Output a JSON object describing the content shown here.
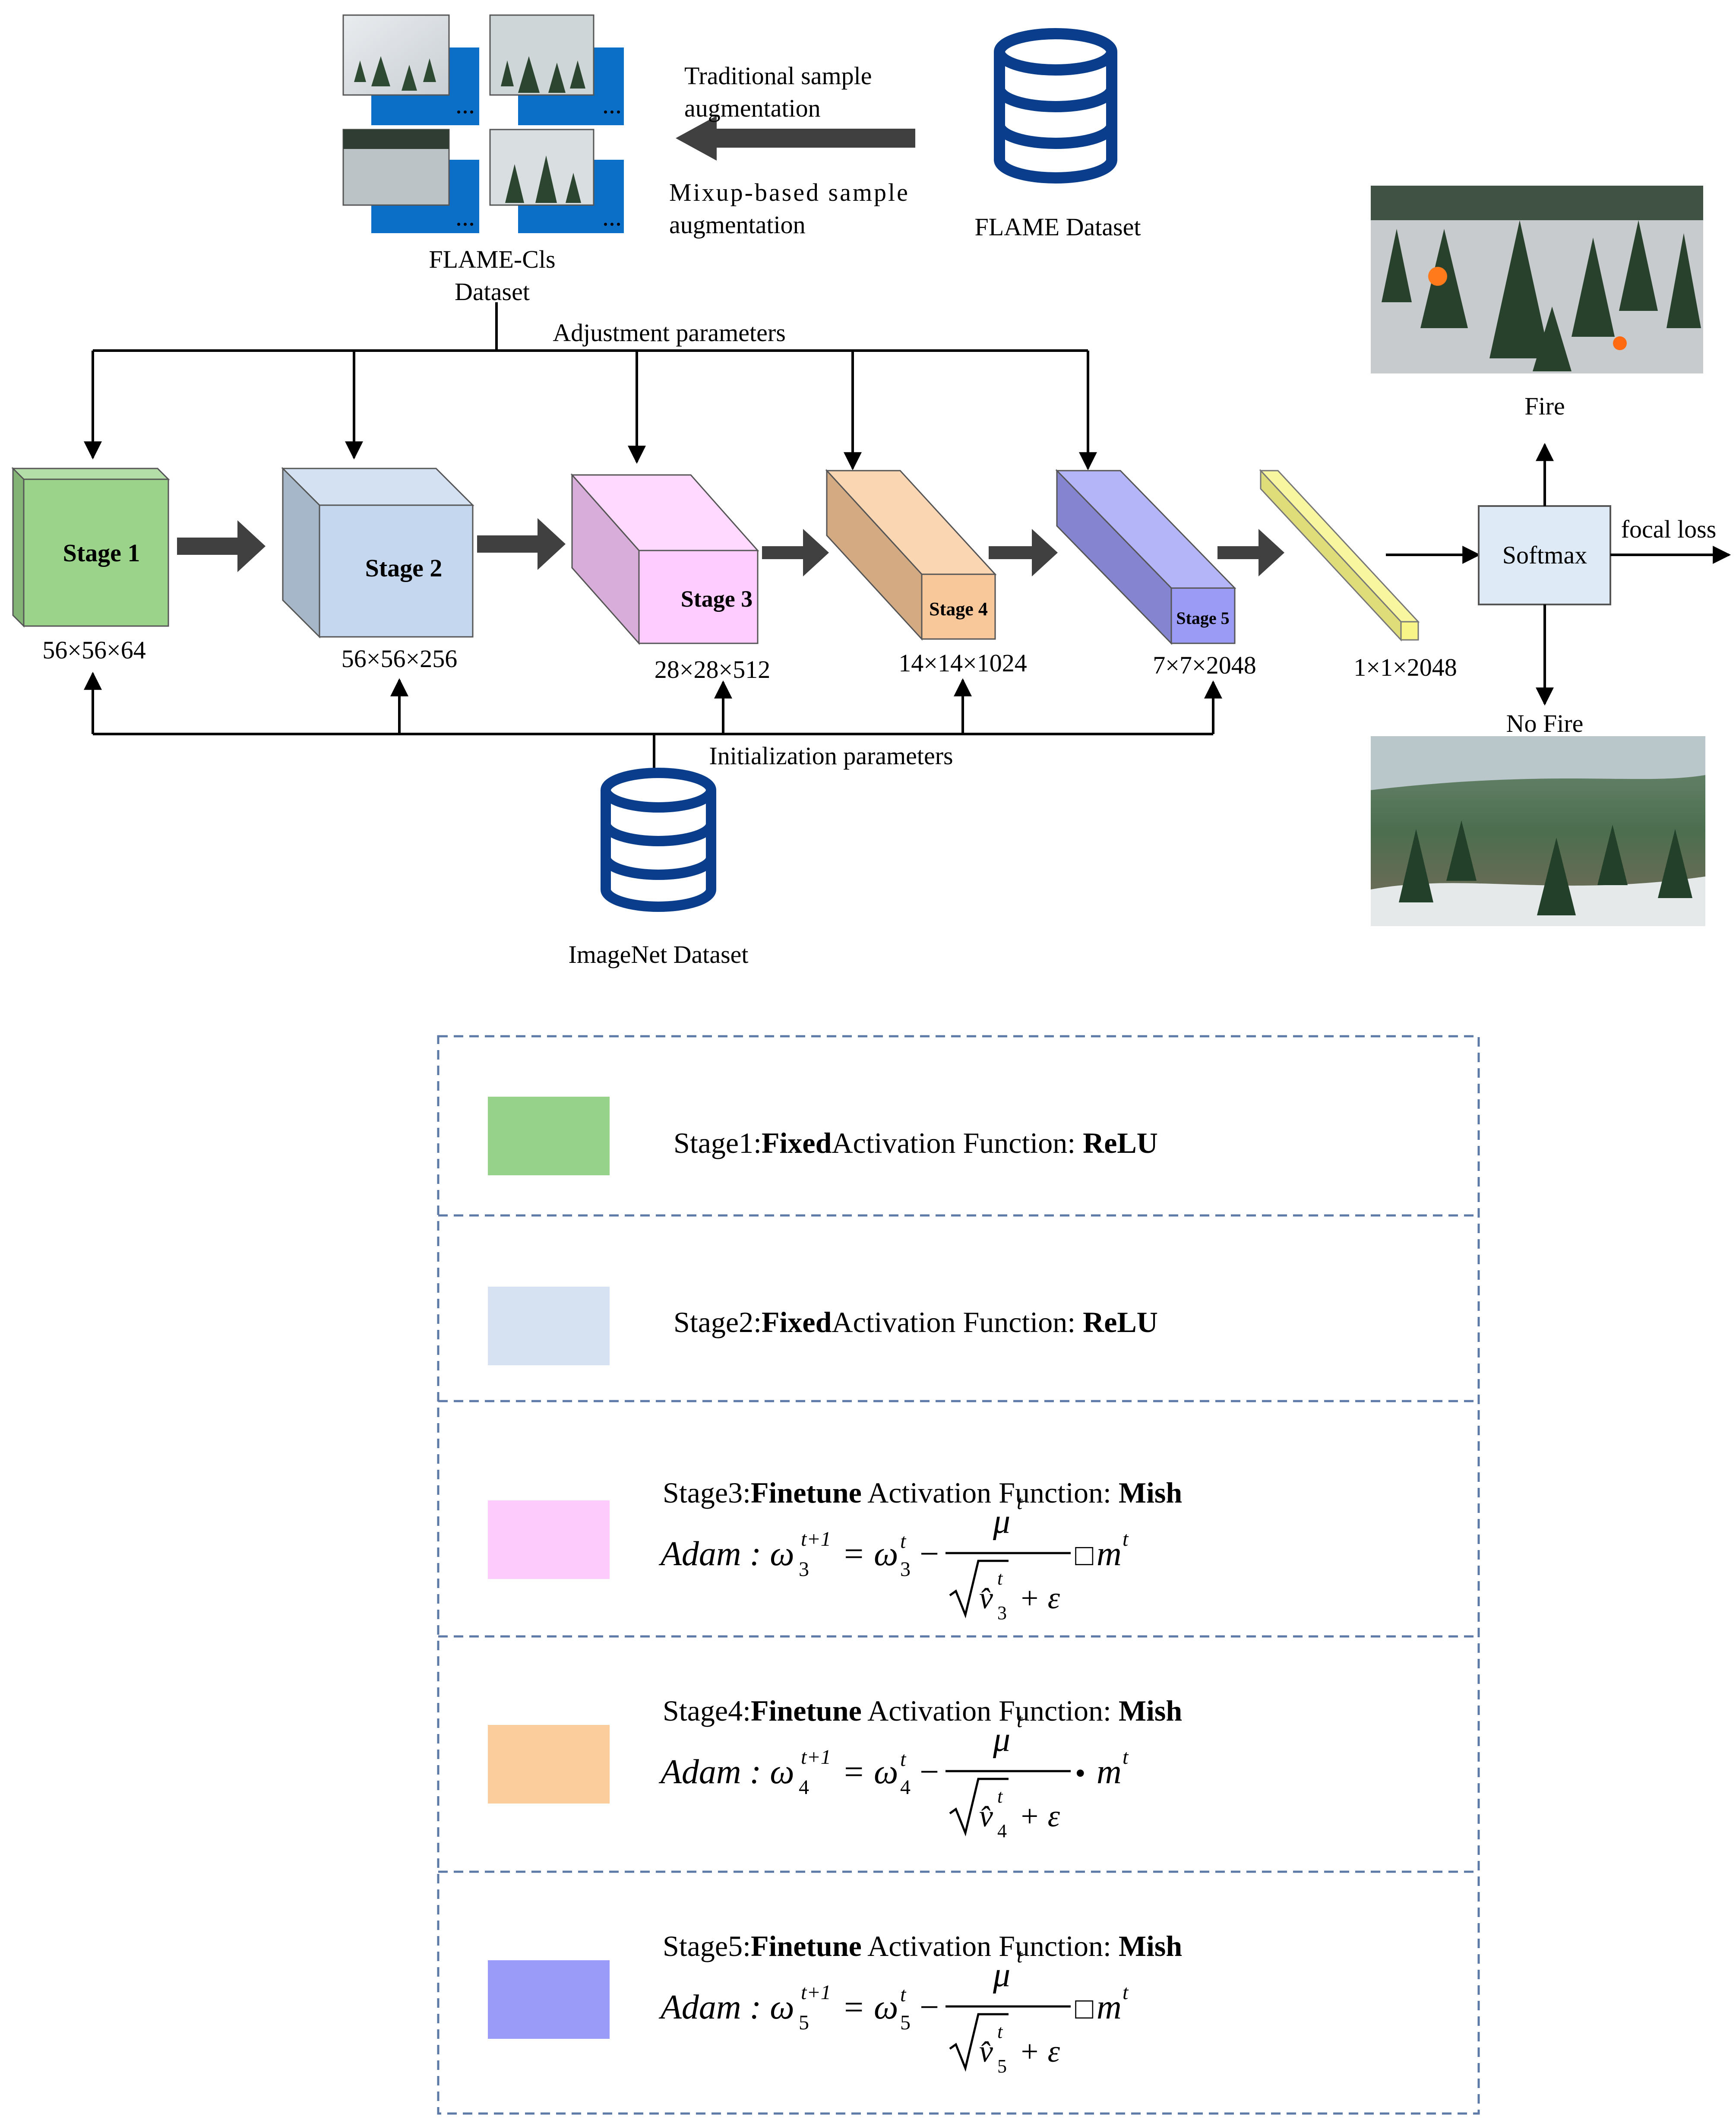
{
  "top": {
    "flame_cls_line1": "FLAME-Cls",
    "flame_cls_line2": "Dataset",
    "traditional_line1": "Traditional   sample",
    "traditional_line2": "augmentation",
    "mixup_line1": "Mixup-based sample",
    "mixup_line2": "augmentation",
    "flame_dataset": "FLAME Dataset",
    "thumb_ellipsis": "..."
  },
  "pipeline": {
    "adjustment_label": "Adjustment parameters",
    "initialization_label": "Initialization parameters",
    "imagenet_label": "ImageNet Dataset",
    "stages": [
      {
        "label": "Stage 1",
        "dims": "56×56×64",
        "color": "#9bd38b"
      },
      {
        "label": "Stage 2",
        "dims": "56×56×256",
        "color": "#c5d7ee"
      },
      {
        "label": "Stage 3",
        "dims": "28×28×512",
        "color": "#ffccff"
      },
      {
        "label": "Stage 4",
        "dims": "14×14×1024",
        "color": "#f9c89a"
      },
      {
        "label": "Stage 5",
        "dims": "7×7×2048",
        "color": "#9b9bf5"
      }
    ],
    "fc_dims": "1×1×2048",
    "fc_color": "#f8f488",
    "softmax_label": "Softmax",
    "focal_loss_label": "focal loss",
    "fire_label": "Fire",
    "no_fire_label": "No Fire"
  },
  "legend": {
    "rows": [
      {
        "stage": "Stage1:",
        "mode": "Fixed",
        "act_prefix": "Activation Function: ",
        "act": "ReLU",
        "color": "#96d28a",
        "formula": null
      },
      {
        "stage": "Stage2:",
        "mode": "Fixed",
        "act_prefix": "Activation Function: ",
        "act": "ReLU",
        "color": "#d6e2f2",
        "formula": null
      },
      {
        "stage": "Stage3:",
        "mode": "Finetune",
        "act_prefix": " Activation Function: ",
        "act": "Mish",
        "color": "#fdccfd",
        "formula": {
          "lhs": "Adam : ω",
          "sub": "3",
          "sup": "t+1",
          "eq": "= ω",
          "rhs_sup": "t",
          "minus": "−",
          "num": "μ",
          "num_sup": "t",
          "den_v": "v̂",
          "den_tail": "+ ε",
          "op": "□",
          "m": "m",
          "m_sup": "t"
        }
      },
      {
        "stage": "Stage4:",
        "mode": "Finetune",
        "act_prefix": " Activation Function: ",
        "act": "Mish",
        "color": "#fbcc9c",
        "formula": {
          "lhs": "Adam : ω",
          "sub": "4",
          "sup": "t+1",
          "eq": "= ω",
          "rhs_sup": "t",
          "minus": "−",
          "num": "μ",
          "num_sup": "t",
          "den_v": "v̂",
          "den_tail": "+ ε",
          "op": "•",
          "m": "m",
          "m_sup": "t"
        }
      },
      {
        "stage": "Stage5:",
        "mode": "Finetune",
        "act_prefix": " Activation Function: ",
        "act": "Mish",
        "color": "#9a9af8",
        "formula": {
          "lhs": "Adam : ω",
          "sub": "5",
          "sup": "t+1",
          "eq": "= ω",
          "rhs_sup": "t",
          "minus": "−",
          "num": "μ",
          "num_sup": "t",
          "den_v": "v̂",
          "den_tail": "+ ε",
          "op": "□",
          "m": "m",
          "m_sup": "t"
        }
      }
    ]
  }
}
